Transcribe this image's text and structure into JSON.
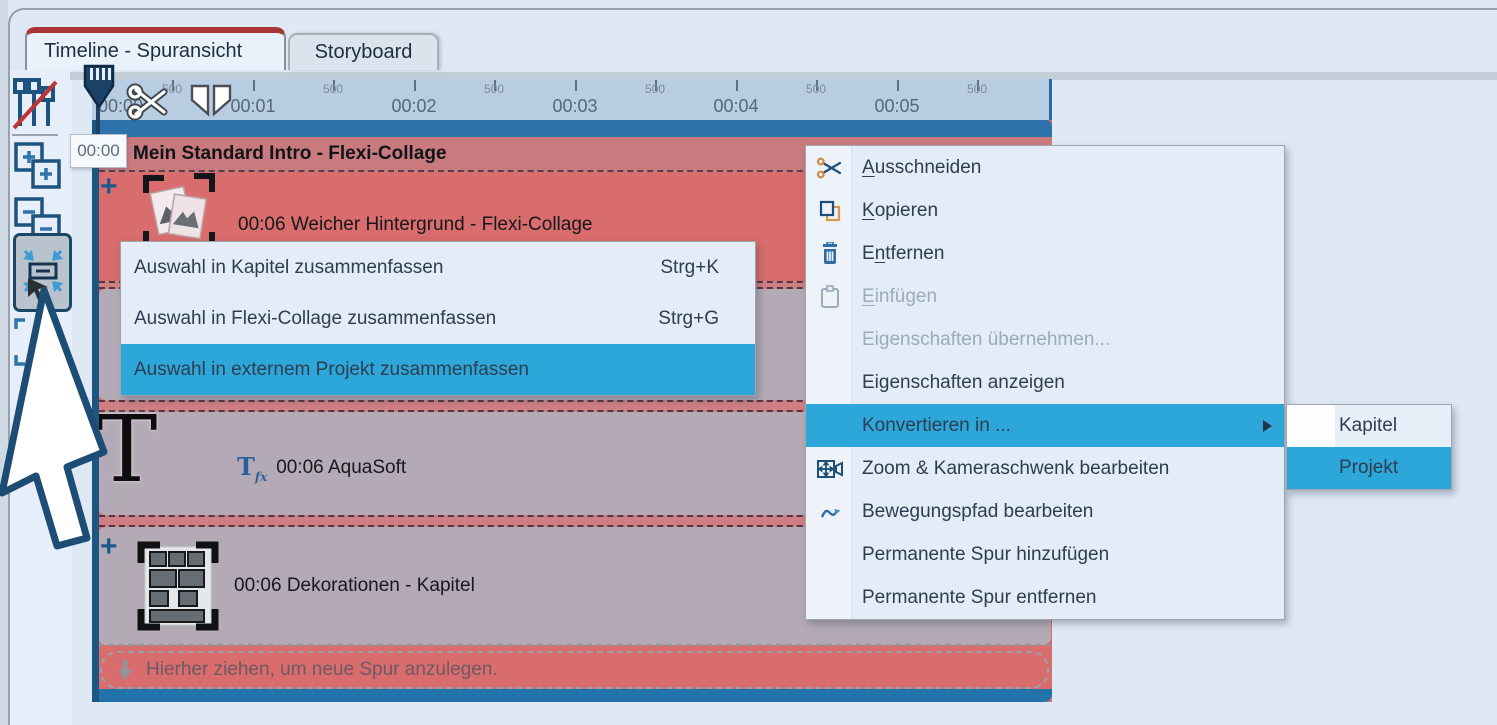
{
  "tabs": [
    {
      "label": "Timeline - Spuransicht",
      "active": true
    },
    {
      "label": "Storyboard",
      "active": false
    }
  ],
  "ruler": {
    "second_labels": [
      "00:00",
      "00:01",
      "00:02",
      "00:03",
      "00:04",
      "00:05"
    ],
    "half_tick_label": "500"
  },
  "playhead": {
    "tooltip": "00:00"
  },
  "timeline": {
    "container_title": "Mein Standard Intro - Flexi-Collage",
    "items": [
      {
        "icon": "flexi-collage-thumbnail-icon",
        "label": "00:06 Weicher Hintergrund - Flexi-Collage"
      },
      {
        "icon": "text-item-icon",
        "label": "00:06 AquaSoft"
      },
      {
        "icon": "chapter-bricks-icon",
        "label": "00:06 Dekorationen - Kapitel"
      }
    ],
    "tfx": {
      "t": "T",
      "fx": "fx"
    },
    "drop_hint": "Hierher ziehen, um neue Spur anzulegen."
  },
  "toolbar": {
    "icons": [
      "mixer-disabled",
      "add-group",
      "remove-group",
      "merge-selection",
      "expand-selection"
    ]
  },
  "menu_left": {
    "items": [
      {
        "label": "Auswahl in Kapitel zusammenfassen",
        "shortcut": "Strg+K",
        "highlighted": false
      },
      {
        "label": "Auswahl in Flexi-Collage zusammenfassen",
        "shortcut": "Strg+G",
        "highlighted": false
      },
      {
        "label": "Auswahl in externem Projekt zusammenfassen",
        "shortcut": "",
        "highlighted": true
      }
    ]
  },
  "menu_right": {
    "items": [
      {
        "pre": "",
        "key": "A",
        "post": "usschneiden",
        "icon": "scissors",
        "disabled": false,
        "highlighted": false
      },
      {
        "pre": "",
        "key": "K",
        "post": "opieren",
        "icon": "copy",
        "disabled": false,
        "highlighted": false
      },
      {
        "pre": "E",
        "key": "n",
        "post": "tfernen",
        "icon": "trash",
        "disabled": false,
        "highlighted": false
      },
      {
        "pre": "",
        "key": "E",
        "post": "infügen",
        "icon": "clipboard",
        "disabled": true,
        "highlighted": false
      },
      {
        "pre": "Eigenschaften übernehmen...",
        "key": "",
        "post": "",
        "icon": "",
        "disabled": true,
        "highlighted": false
      },
      {
        "pre": "Eigenschaften anzeigen",
        "key": "",
        "post": "",
        "icon": "",
        "disabled": false,
        "highlighted": false
      },
      {
        "pre": "Konvertieren in ...",
        "key": "",
        "post": "",
        "icon": "",
        "disabled": false,
        "highlighted": true,
        "has_submenu": true
      },
      {
        "pre": "Zoom & Kameraschwenk bearbeiten",
        "key": "",
        "post": "",
        "icon": "zoom-camera",
        "disabled": false,
        "highlighted": false
      },
      {
        "pre": "Bewegungspfad bearbeiten",
        "key": "",
        "post": "",
        "icon": "motion-path",
        "disabled": false,
        "highlighted": false
      },
      {
        "pre": "Permanente Spur hinzufügen",
        "key": "",
        "post": "",
        "icon": "",
        "disabled": false,
        "highlighted": false
      },
      {
        "pre": "Permanente Spur entfernen",
        "key": "",
        "post": "",
        "icon": "",
        "disabled": false,
        "highlighted": false
      }
    ]
  },
  "submenu": {
    "items": [
      {
        "label": "Kapitel",
        "highlighted": false
      },
      {
        "label": "Projekt",
        "highlighted": true
      }
    ]
  },
  "colors": {
    "selection_highlight": "#2da7d9",
    "track_selected_red": "#d96c6c",
    "item_box_gray": "#b4aab5",
    "accent_blue": "#2e72ab",
    "tab_accent_red": "#a93434"
  }
}
